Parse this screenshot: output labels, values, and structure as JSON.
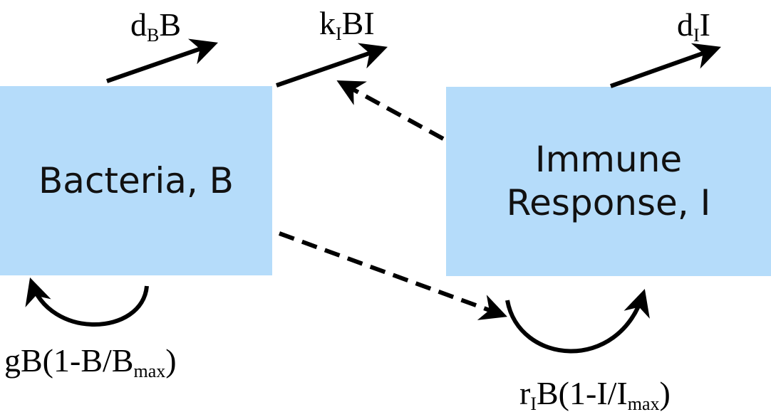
{
  "nodes": {
    "bacteria": {
      "label": "Bacteria, B",
      "color": "#b5dcfa"
    },
    "immune": {
      "line1": "Immune",
      "line2": "Response, I",
      "color": "#b5dcfa"
    }
  },
  "labels": {
    "bacteria_death": {
      "main": "d",
      "sub": "B",
      "rest": "B"
    },
    "killing": {
      "main": "k",
      "sub": "I",
      "rest": "BI"
    },
    "immune_decay": {
      "main": "d",
      "sub": "I",
      "rest": "I"
    },
    "bacteria_growth": {
      "pre": "gB(1-B/B",
      "sub": "max",
      "post": ")"
    },
    "immune_growth": {
      "pre": "r",
      "sub1": "I",
      "mid": "B(1-I/I",
      "sub2": "max",
      "post": ")"
    }
  },
  "edges": [
    {
      "name": "bacteria-death-arrow",
      "style": "solid"
    },
    {
      "name": "killing-arrow",
      "style": "solid"
    },
    {
      "name": "immune-decay-arrow",
      "style": "solid"
    },
    {
      "name": "immune-to-killing-arrow",
      "style": "dashed"
    },
    {
      "name": "bacteria-to-immune-growth-arrow",
      "style": "dashed"
    },
    {
      "name": "bacteria-growth-loop",
      "style": "solid"
    },
    {
      "name": "immune-growth-loop",
      "style": "solid"
    }
  ]
}
